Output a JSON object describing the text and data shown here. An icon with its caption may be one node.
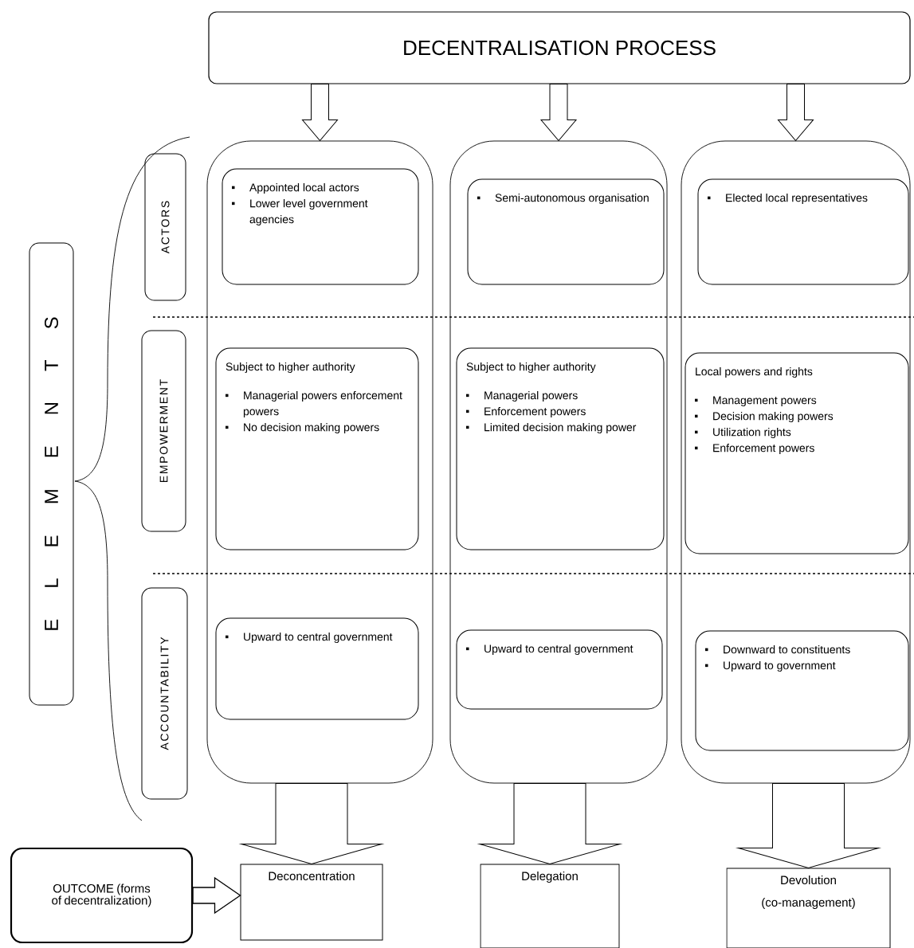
{
  "diagram": {
    "nodes": [
      {
        "text": [
          "DECENTRALISATION PROCESS"
        ]
      },
      {
        "text": [
          "E L E M E N T S"
        ]
      },
      {
        "text": [
          "ACTORS"
        ]
      },
      {
        "text": [
          "EMPOWERMENT"
        ]
      },
      {
        "text": [
          "ACCOUNTABILITY"
        ]
      },
      {
        "text": [],
        "shape": "box"
      },
      {
        "text": [],
        "shape": "box"
      },
      {
        "text": [],
        "shape": "box"
      },
      {
        "text": [
          "Appointed local actors",
          "Lower level government agencies"
        ],
        "in": 5
      },
      {
        "text": [
          "Subject to higher authority",
          "Managerial powers enforcement powers",
          "No decision making powers"
        ],
        "in": 5
      },
      {
        "text": [
          "Upward to central government"
        ],
        "in": 5
      },
      {
        "text": [
          "Semi-autonomous organisation"
        ],
        "in": 6
      },
      {
        "text": [
          "Subject to higher authority",
          "Managerial powers",
          "Enforcement powers",
          "Limited decision making power"
        ],
        "in": 6
      },
      {
        "text": [
          "Upward to central government"
        ],
        "in": 6
      },
      {
        "text": [
          "Elected local representatives"
        ],
        "in": 7
      },
      {
        "text": [
          "Local powers and rights",
          "Management powers",
          "Decision making powers",
          "Utilization rights",
          "Enforcement powers"
        ],
        "in": 7
      },
      {
        "text": [
          "Downward to constituents",
          "Upward to government"
        ],
        "in": 7
      },
      {
        "text": [
          "OUTCOME (forms of decentralization)"
        ]
      },
      {
        "text": [
          "Deconcentration"
        ]
      },
      {
        "text": [
          "Delegation"
        ]
      },
      {
        "text": [
          "Devolution (co-management)"
        ]
      }
    ],
    "edges": [
      {
        "from": 0,
        "to": 5,
        "arrow": "to"
      },
      {
        "from": 0,
        "to": 6,
        "arrow": "to"
      },
      {
        "from": 0,
        "to": 7,
        "arrow": "to"
      },
      {
        "from": 5,
        "to": 18,
        "arrow": "to"
      },
      {
        "from": 6,
        "to": 19,
        "arrow": "to"
      },
      {
        "from": 7,
        "to": 20,
        "arrow": "to"
      },
      {
        "from": 17,
        "to": 18,
        "arrow": "to"
      }
    ]
  }
}
